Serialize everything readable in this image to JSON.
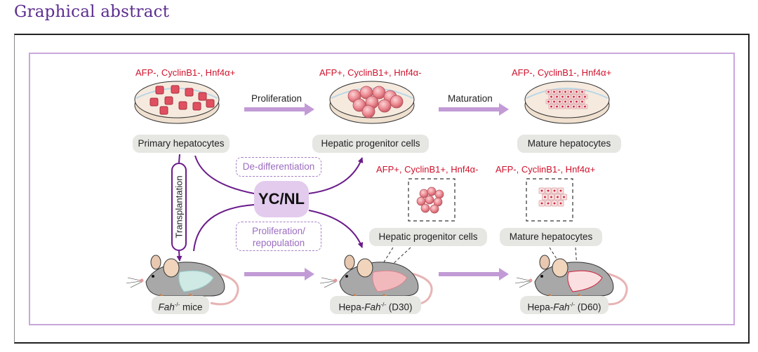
{
  "heading": "Graphical abstract",
  "colors": {
    "heading": "#5b2c8f",
    "marker_text": "#d0112b",
    "flow_arrow": "#c29bd6",
    "pathway_line": "#6a1b8a",
    "dashed_box": "#a57fc4",
    "ycnl_fill": "#e3cbee",
    "label_pill": "#e6e6e3"
  },
  "top_row": {
    "primary": {
      "markers": "AFP-, CyclinB1-, Hnf4α+",
      "label": "Primary hepatocytes"
    },
    "progenitor": {
      "markers": "AFP+, CyclinB1+, Hnf4α-",
      "label": "Hepatic progenitor cells"
    },
    "mature": {
      "markers": "AFP-, CyclinB1-, Hnf4α+",
      "label": "Mature hepatocytes"
    },
    "arrow1_label": "Proliferation",
    "arrow2_label": "Maturation"
  },
  "center": {
    "factor": "YC/NL",
    "upper_process": "De-differentiation",
    "lower_process_line1": "Proliferation/",
    "lower_process_line2": "repopulation",
    "transplantation": "Transplantation"
  },
  "bottom_row": {
    "progenitor_inset": {
      "markers": "AFP+, CyclinB1+, Hnf4α-",
      "label": "Hepatic progenitor cells"
    },
    "mature_inset": {
      "markers": "AFP-, CyclinB1-, Hnf4α+",
      "label": "Mature hepatocytes"
    },
    "mouse1": {
      "gene": "Fah",
      "genotype": "-/-",
      "suffix": " mice"
    },
    "mouse2": {
      "prefix": "Hepa-",
      "gene": "Fah",
      "genotype": "-/-",
      "suffix": " (D30)"
    },
    "mouse3": {
      "prefix": "Hepa-",
      "gene": "Fah",
      "genotype": "-/-",
      "suffix": " (D60)"
    }
  }
}
